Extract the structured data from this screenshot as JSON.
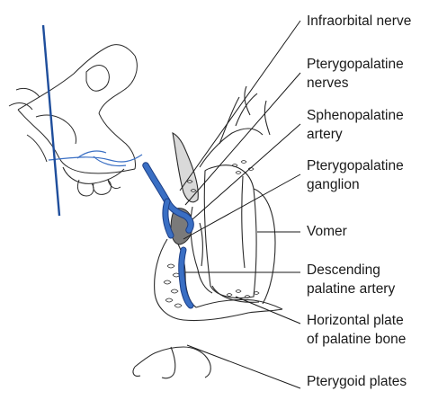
{
  "labels": {
    "infraorbital_nerve": [
      "Infraorbital nerve"
    ],
    "pterygopalatine_nerves": [
      "Pterygopalatine",
      "nerves"
    ],
    "sphenopalatine_artery": [
      "Sphenopalatine",
      "artery"
    ],
    "pterygopalatine_ganglion": [
      "Pterygopalatine",
      "ganglion"
    ],
    "vomer": [
      "Vomer"
    ],
    "descending_palatine_artery": [
      "Descending",
      "palatine artery"
    ],
    "horizontal_plate": [
      "Horizontal plate",
      "of palatine bone"
    ],
    "pterygoid_plates": [
      "Pterygoid plates"
    ]
  },
  "colors": {
    "vessel_blue": "#3a6fc4",
    "vessel_dark": "#1d3f86",
    "section_line": "#1f4e9c",
    "outline": "#2a2a2a",
    "ganglion_gray": "#7a7a7a"
  }
}
